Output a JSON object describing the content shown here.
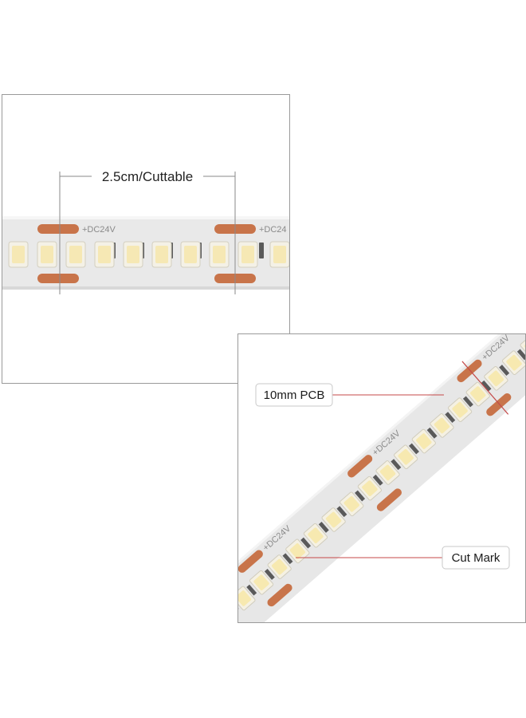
{
  "top_panel": {
    "dimension_label": "2.5cm/Cuttable",
    "pcb_print": "+DC24V",
    "pcb_print_cut": "+DC24"
  },
  "bottom_panel": {
    "pcb_callout": "10mm PCB",
    "cut_callout": "Cut Mark",
    "pcb_print": "+DC24V"
  },
  "colors": {
    "pcb": "#ececec",
    "copper_pad": "#c8744a",
    "led_body": "#f5f1e3",
    "led_core": "#f7e9b0",
    "callout_line": "#c44a4a"
  }
}
